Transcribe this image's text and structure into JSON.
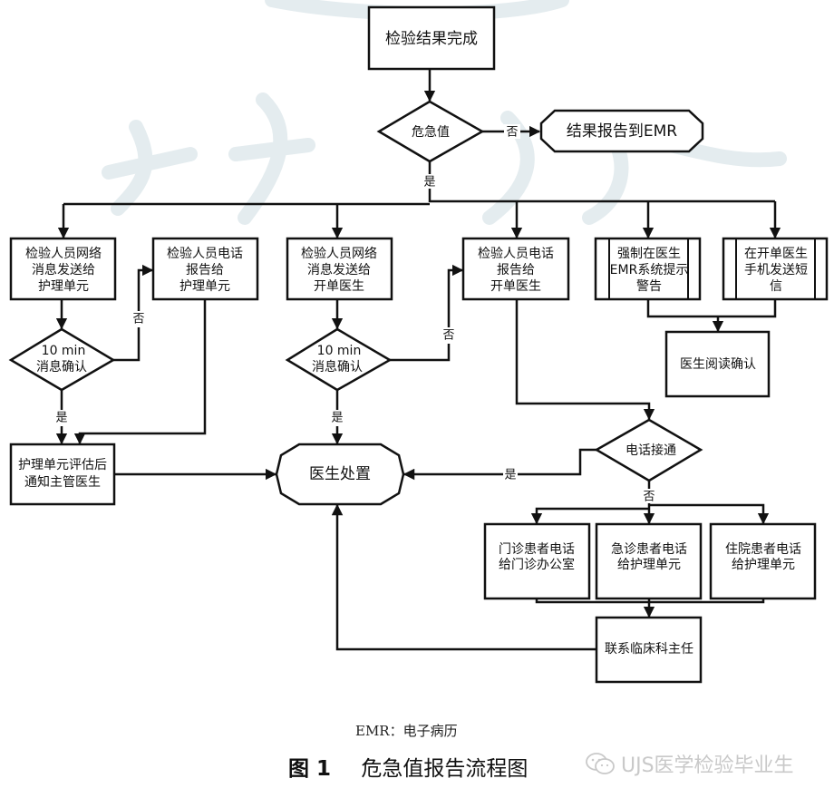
{
  "diagram": {
    "type": "flowchart",
    "title": "危急值报告流程图",
    "nodes": {
      "start": {
        "shape": "rect",
        "label": "检验结果完成"
      },
      "critical_check": {
        "shape": "diamond",
        "label": "危急值"
      },
      "report_emr": {
        "shape": "terminator",
        "label": "结果报告到EMR"
      },
      "net_to_nursing": {
        "shape": "rect",
        "lines": [
          "检验人员网络",
          "消息发送给",
          "护理单元"
        ]
      },
      "phone_to_nursing": {
        "shape": "rect",
        "lines": [
          "检验人员电话",
          "报告给",
          "护理单元"
        ]
      },
      "net_to_doctor": {
        "shape": "rect",
        "lines": [
          "检验人员网络",
          "消息发送给",
          "开单医生"
        ]
      },
      "phone_to_doctor": {
        "shape": "rect",
        "lines": [
          "检验人员电话",
          "报告给",
          "开单医生"
        ]
      },
      "emr_warning": {
        "shape": "predefined-process",
        "lines": [
          "强制在医生",
          "EMR系统提示",
          "警告"
        ]
      },
      "sms_doctor": {
        "shape": "predefined-process",
        "lines": [
          "在开单医生",
          "手机发送短",
          "信"
        ]
      },
      "doctor_read_confirm": {
        "shape": "rect",
        "label": "医生阅读确认"
      },
      "confirm_nursing": {
        "shape": "diamond",
        "lines": [
          "10 min",
          "消息确认"
        ]
      },
      "confirm_doctor": {
        "shape": "diamond",
        "lines": [
          "10 min",
          "消息确认"
        ]
      },
      "nursing_assess": {
        "shape": "rect",
        "lines": [
          "护理单元评估后",
          "通知主管医生"
        ]
      },
      "doctor_treat": {
        "shape": "terminator",
        "label": "医生处置"
      },
      "phone_connected": {
        "shape": "diamond",
        "label": "电话接通"
      },
      "outpatient": {
        "shape": "rect",
        "lines": [
          "门诊患者电话",
          "给门诊办公室"
        ]
      },
      "emergency": {
        "shape": "rect",
        "lines": [
          "急诊患者电话",
          "给护理单元"
        ]
      },
      "inpatient": {
        "shape": "rect",
        "lines": [
          "住院患者电话",
          "给护理单元"
        ]
      },
      "contact_director": {
        "shape": "rect",
        "label": "联系临床科主任"
      }
    },
    "edge_labels": {
      "yes": "是",
      "no": "否"
    },
    "edges": [
      {
        "from": "start",
        "to": "critical_check"
      },
      {
        "from": "critical_check",
        "to": "report_emr",
        "label": "否"
      },
      {
        "from": "critical_check",
        "to": "net_to_nursing",
        "label": "是"
      },
      {
        "from": "critical_check",
        "to": "net_to_doctor",
        "label": "是"
      },
      {
        "from": "critical_check",
        "to": "phone_to_doctor",
        "label": "是"
      },
      {
        "from": "critical_check",
        "to": "emr_warning",
        "label": "是"
      },
      {
        "from": "critical_check",
        "to": "sms_doctor",
        "label": "是"
      },
      {
        "from": "net_to_nursing",
        "to": "confirm_nursing"
      },
      {
        "from": "confirm_nursing",
        "to": "phone_to_nursing",
        "label": "否"
      },
      {
        "from": "confirm_nursing",
        "to": "nursing_assess",
        "label": "是"
      },
      {
        "from": "phone_to_nursing",
        "to": "nursing_assess"
      },
      {
        "from": "nursing_assess",
        "to": "doctor_treat"
      },
      {
        "from": "net_to_doctor",
        "to": "confirm_doctor"
      },
      {
        "from": "confirm_doctor",
        "to": "phone_to_doctor",
        "label": "否"
      },
      {
        "from": "confirm_doctor",
        "to": "doctor_treat",
        "label": "是"
      },
      {
        "from": "phone_to_doctor",
        "to": "phone_connected"
      },
      {
        "from": "phone_connected",
        "to": "doctor_treat",
        "label": "是"
      },
      {
        "from": "phone_connected",
        "to": "outpatient",
        "label": "否"
      },
      {
        "from": "phone_connected",
        "to": "emergency",
        "label": "否"
      },
      {
        "from": "phone_connected",
        "to": "inpatient",
        "label": "否"
      },
      {
        "from": "outpatient",
        "to": "contact_director"
      },
      {
        "from": "emergency",
        "to": "contact_director"
      },
      {
        "from": "inpatient",
        "to": "contact_director"
      },
      {
        "from": "contact_director",
        "to": "doctor_treat"
      },
      {
        "from": "emr_warning",
        "to": "doctor_read_confirm"
      },
      {
        "from": "sms_doctor",
        "to": "doctor_read_confirm"
      }
    ]
  },
  "footnote": "EMR：电子病历",
  "caption": {
    "number": "图 1",
    "title": "危急值报告流程图"
  },
  "brand_watermark": {
    "icon": "wechat-icon",
    "text": "UJS医学检验毕业生"
  }
}
